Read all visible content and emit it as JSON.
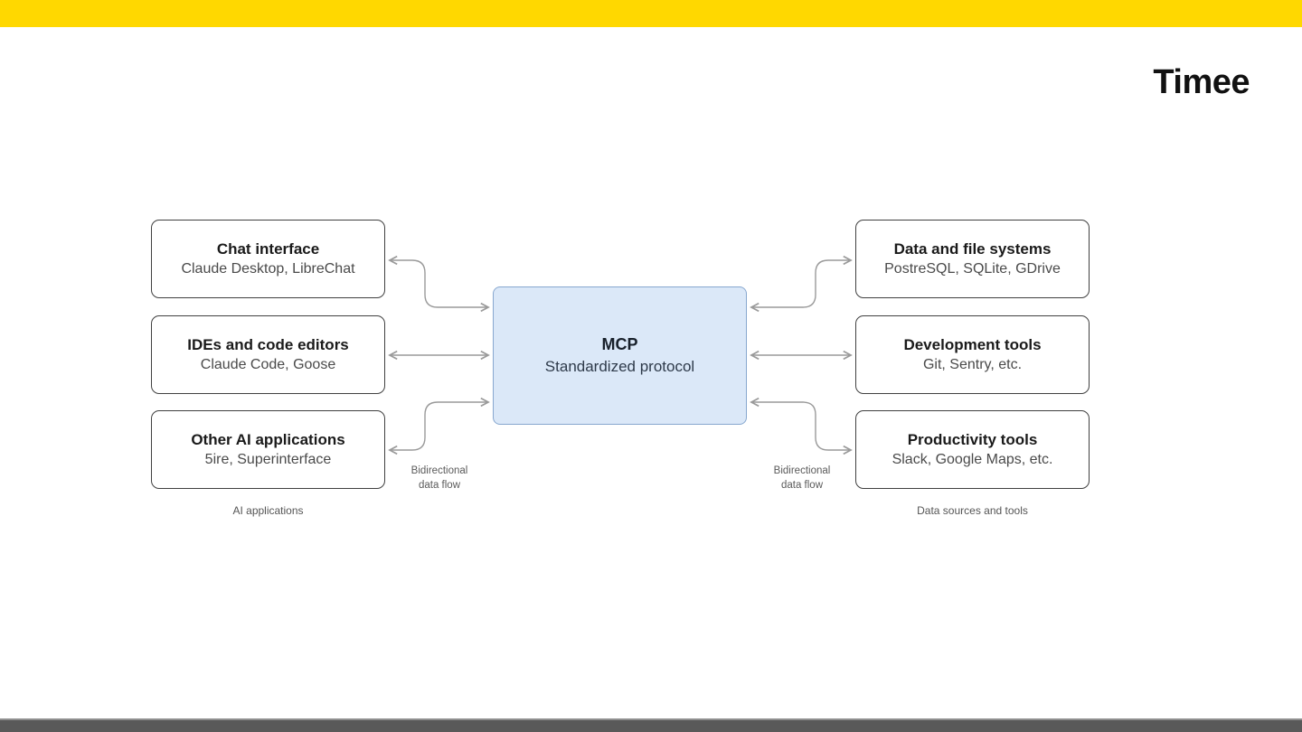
{
  "brand": {
    "logo_text": "Timee",
    "accent_bar_color": "#ffd800",
    "footer_bar_color": "#595959"
  },
  "diagram": {
    "center": {
      "title": "MCP",
      "subtitle": "Standardized protocol",
      "fill_color": "#dbe8f8",
      "border_color": "#87a7cf"
    },
    "left_column": {
      "caption": "AI applications",
      "boxes": [
        {
          "title": "Chat interface",
          "subtitle": "Claude Desktop, LibreChat"
        },
        {
          "title": "IDEs and code editors",
          "subtitle": "Claude Code, Goose"
        },
        {
          "title": "Other AI applications",
          "subtitle": "5ire, Superinterface"
        }
      ]
    },
    "right_column": {
      "caption": "Data sources and tools",
      "boxes": [
        {
          "title": "Data and file systems",
          "subtitle": "PostreSQL, SQLite, GDrive"
        },
        {
          "title": "Development tools",
          "subtitle": "Git, Sentry, etc."
        },
        {
          "title": "Productivity tools",
          "subtitle": "Slack, Google Maps, etc."
        }
      ]
    },
    "flow_label_left": {
      "line1": "Bidirectional",
      "line2": "data flow"
    },
    "flow_label_right": {
      "line1": "Bidirectional",
      "line2": "data flow"
    },
    "arrow_color": "#9a9a9a"
  }
}
